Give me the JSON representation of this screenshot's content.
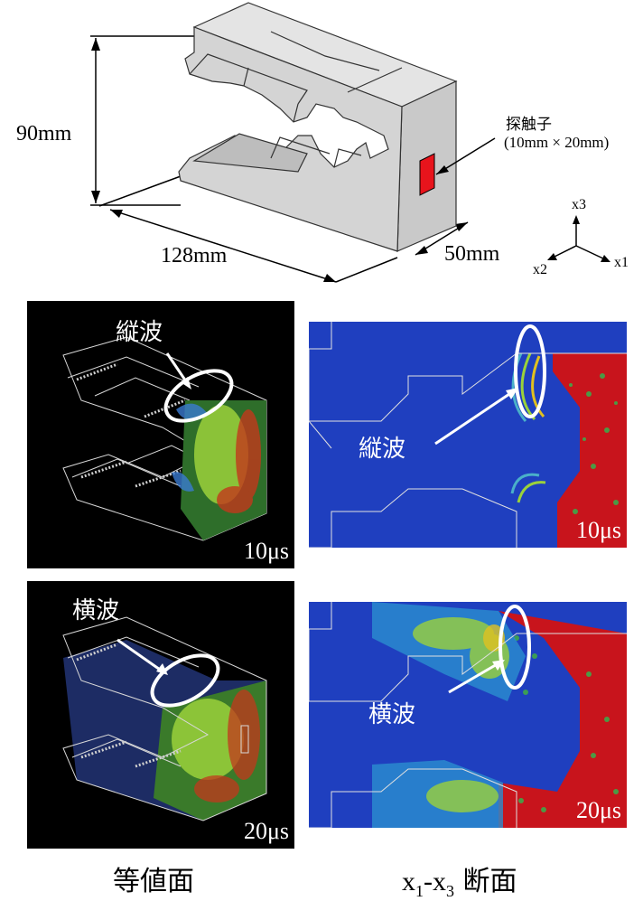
{
  "top_figure": {
    "height_label": "90mm",
    "length_label": "128mm",
    "width_label": "50mm",
    "probe_label": "探触子",
    "probe_size": "(10mm × 20mm)",
    "axes": {
      "x3": "x3",
      "x1": "x1",
      "x2": "x2"
    }
  },
  "panels": {
    "iso_10": {
      "wave_label": "縦波",
      "time": "10μs"
    },
    "sec_10": {
      "wave_label": "縦波",
      "time": "10μs"
    },
    "iso_20": {
      "wave_label": "横波",
      "time": "20μs"
    },
    "sec_20": {
      "wave_label": "横波",
      "time": "20μs"
    }
  },
  "captions": {
    "left": "等値面",
    "right_x1": "x",
    "right_sub1": "1",
    "right_dash": "-x",
    "right_sub3": "3",
    "right_tail": " 断面"
  },
  "colors": {
    "probe": "#e8141c",
    "field_blue": "#1f3fbf",
    "field_red": "#c8141c",
    "block_gray": "#d8d8d8"
  }
}
